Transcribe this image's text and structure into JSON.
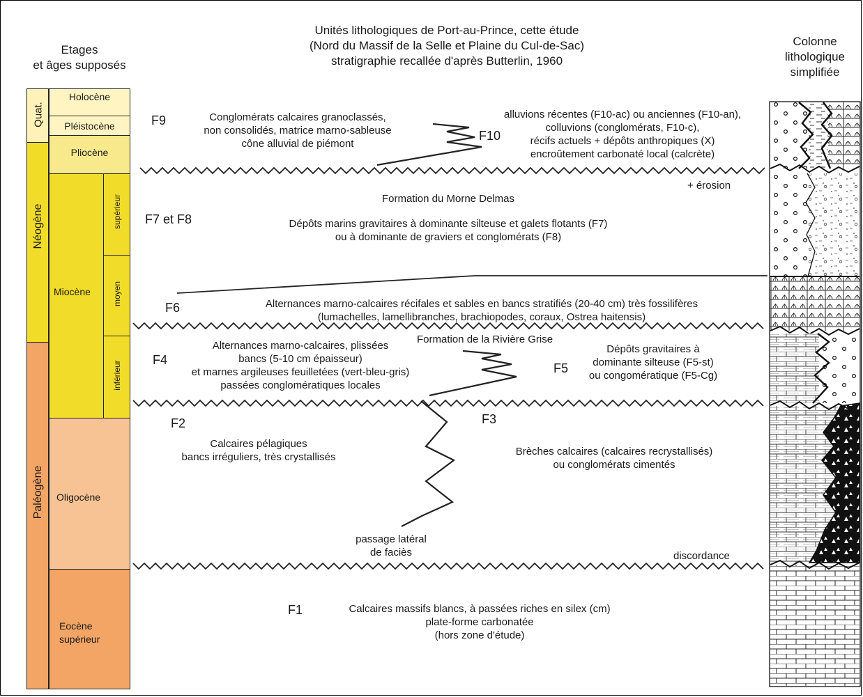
{
  "header": {
    "stages_title": [
      "Etages",
      "et âges supposés"
    ],
    "main_title": [
      "Unités lithologiques de Port-au-Prince, cette étude",
      "(Nord du Massif de la Selle et Plaine du Cul-de-Sac)",
      "stratigraphie recallée d'après Butterlin, 1960"
    ],
    "column_title": [
      "Colonne",
      "lithologique",
      "simplifiée"
    ]
  },
  "periods": {
    "quat": "Quat.",
    "neogene": "Néogène",
    "paleogene": "Paléogène"
  },
  "epochs": {
    "holocene": "Holocène",
    "pleistocene": "Pléistocène",
    "pliocene": "Pliocène",
    "miocene": "Miocène",
    "oligocene": "Oligocène",
    "eocene": [
      "Eocène",
      "supérieur"
    ]
  },
  "subdivisions": {
    "superieur": "supérieur",
    "moyen": "moyen",
    "inferieur": "inférieur"
  },
  "colors": {
    "quat": "#fff2b8",
    "neogene_dark": "#f2dc2a",
    "neogene_light": "#f8ea8c",
    "paleogene_dark": "#f2a565",
    "paleogene_light": "#f7c394"
  },
  "units": {
    "F9": {
      "code": "F9",
      "lines": [
        "Conglomérats calcaires granoclassés,",
        "non consolidés, matrice marno-sableuse",
        "cône alluvial de piémont"
      ]
    },
    "F10": {
      "code": "F10",
      "lines": [
        "alluvions récentes (F10-ac) ou anciennes (F10-an),",
        "colluvions (conglomérats, F10-c),",
        "récifs actuels + dépôts anthropiques (X)",
        "encroûtement carbonaté local (calcrète)"
      ]
    },
    "erosion": "+ érosion",
    "F7F8": {
      "code": "F7 et F8",
      "lines": [
        "Formation du Morne Delmas",
        "Dépôts marins gravitaires à dominante silteuse et galets flotants (F7)",
        "ou à dominante de graviers et conglomérats (F8)"
      ]
    },
    "F6": {
      "code": "F6",
      "lines": [
        "Alternances marno-calcaires récifales et sables en bancs stratifiés (20-40 cm) très fossilifères",
        "(lumachelles, lamellibranches, brachiopodes, coraux, Ostrea haitensis)"
      ]
    },
    "riviere_grise": "Formation de la Rivière Grise",
    "F4": {
      "code": "F4",
      "lines": [
        "Alternances marno-calcaires, plissées",
        "bancs (5-10 cm épaisseur)",
        "et marnes argileuses feuilletées (vert-bleu-gris)",
        "passées conglomératiques locales"
      ]
    },
    "F5": {
      "code": "F5",
      "lines": [
        "Dépôts gravitaires à",
        "dominante silteuse (F5-st)",
        "ou congomératique (F5-Cg)"
      ]
    },
    "F2": {
      "code": "F2",
      "lines": [
        "Calcaires pélagiques",
        "bancs irréguliers, très crystallisés"
      ]
    },
    "F3": {
      "code": "F3",
      "lines": [
        "Brèches calcaires (calcaires recrystallisés)",
        "ou conglomérats cimentés"
      ]
    },
    "passage": [
      "passage latéral",
      "de faciès"
    ],
    "discordance": "discordance",
    "F1": {
      "code": "F1",
      "lines": [
        "Calcaires massifs blancs, à passées riches en silex (cm)",
        "plate-forme carbonatée",
        "(hors zone d'étude)"
      ]
    }
  }
}
